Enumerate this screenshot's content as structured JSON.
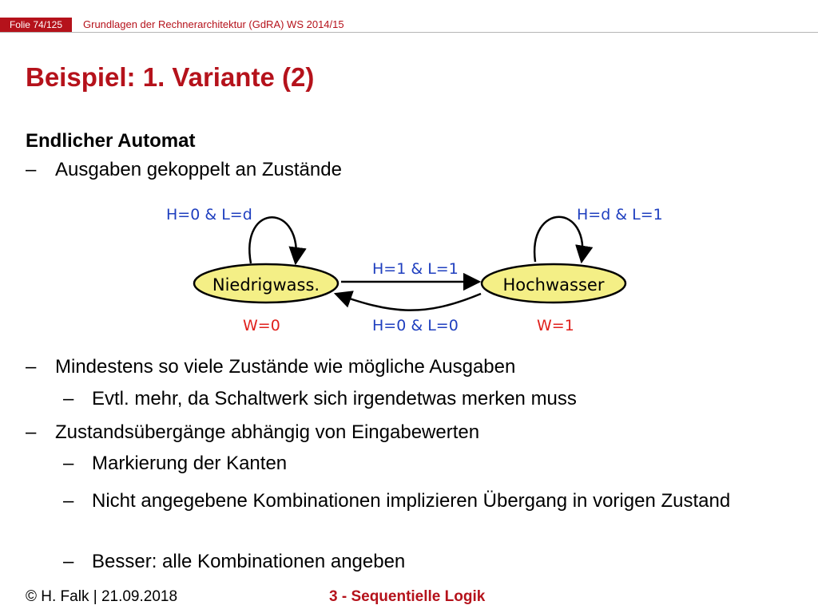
{
  "header": {
    "slide_number": "Folie 74/125",
    "course": "Grundlagen der Rechnerarchitektur (GdRA) WS 2014/15"
  },
  "title": "Beispiel: 1. Variante (2)",
  "subheading": "Endlicher Automat",
  "bullets_top": [
    {
      "dash": "–",
      "text": "Ausgaben gekoppelt an Zustände"
    }
  ],
  "diagram": {
    "states": [
      {
        "name": "Niedrigwass.",
        "output": "W=0"
      },
      {
        "name": "Hochwasser",
        "output": "W=1"
      }
    ],
    "self_loops": [
      "H=0 & L=d",
      "H=d & L=1"
    ],
    "transitions": {
      "forward": "H=1 & L=1",
      "backward": "H=0 & L=0"
    },
    "colors": {
      "state_fill": "#f4ef86",
      "transition_label": "#1f3fbf",
      "output_label": "#e0201c",
      "accent": "#b5121b"
    }
  },
  "bullets_bottom": [
    {
      "level": 1,
      "dash": "–",
      "text": "Mindestens so viele Zustände wie mögliche Ausgaben"
    },
    {
      "level": 2,
      "dash": "–",
      "text": "Evtl. mehr, da Schaltwerk sich irgendetwas merken muss"
    },
    {
      "level": 1,
      "dash": "–",
      "text": "Zustandsübergänge abhängig von Eingabewerten"
    },
    {
      "level": 2,
      "dash": "–",
      "text": "Markierung der Kanten"
    },
    {
      "level": 2,
      "dash": "–",
      "text": "Nicht angegebene Kombinationen implizieren Übergang in vorigen Zustand"
    },
    {
      "level": 2,
      "dash": "–",
      "text": "Besser: alle Kombinationen angeben"
    }
  ],
  "footer": {
    "author_date": "© H. Falk | 21.09.2018",
    "chapter": "3 - Sequentielle Logik"
  }
}
